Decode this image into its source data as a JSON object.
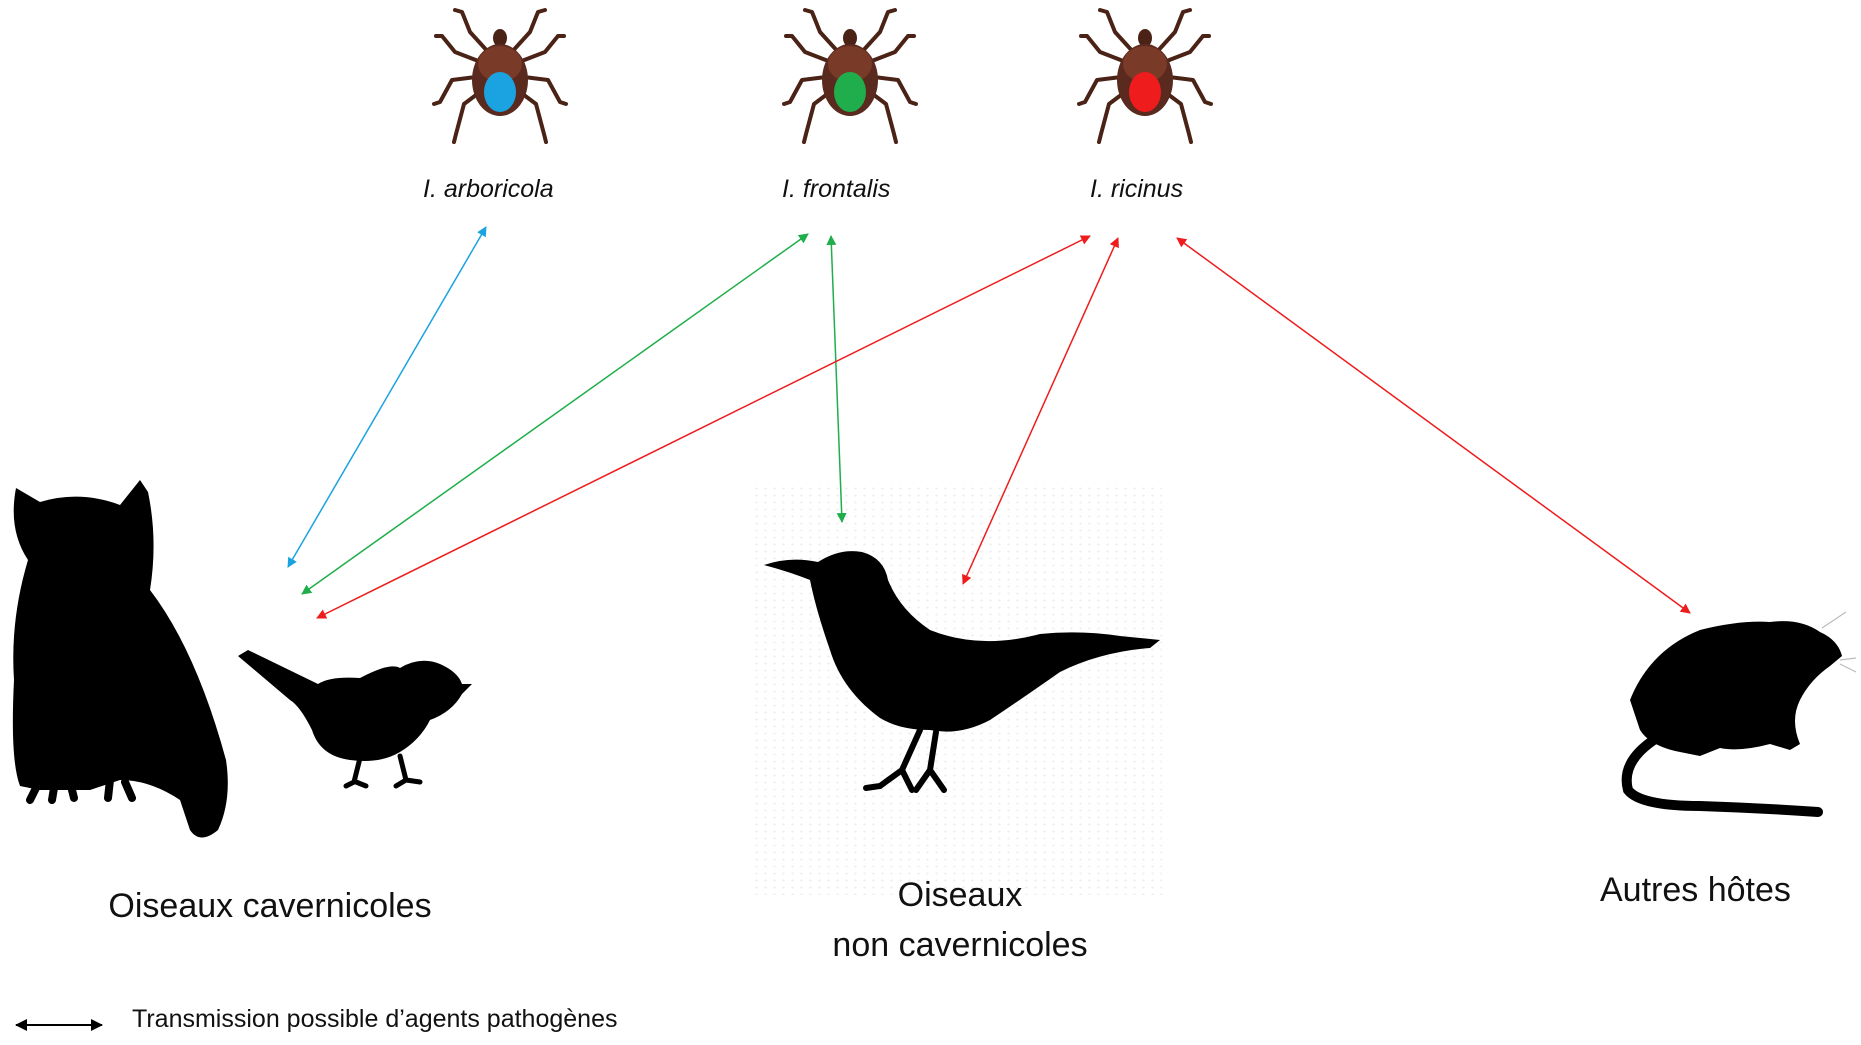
{
  "colors": {
    "arboricola": "#1aa3e0",
    "frontalis": "#1fae4b",
    "ricinus": "#ee1c1c",
    "tick_body": "#5a2a1e",
    "silhouette": "#000000"
  },
  "ticks": [
    {
      "id": "arboricola",
      "name": "I. arboricola",
      "color": "#1aa3e0"
    },
    {
      "id": "frontalis",
      "name": "I. frontalis",
      "color": "#1fae4b"
    },
    {
      "id": "ricinus",
      "name": "I. ricinus",
      "color": "#ee1c1c"
    }
  ],
  "hosts": {
    "cavity": {
      "line1": "Oiseaux cavernicoles",
      "icons": [
        "owl-silhouette-icon",
        "tit-silhouette-icon"
      ]
    },
    "noncavity": {
      "line1": "Oiseaux",
      "line2": "non cavernicoles",
      "icons": [
        "blackbird-silhouette-icon"
      ]
    },
    "other": {
      "line1": "Autres hôtes",
      "icons": [
        "rodent-silhouette-icon"
      ]
    }
  },
  "links": [
    {
      "from": "arboricola",
      "to": "cavity",
      "color": "#1aa3e0"
    },
    {
      "from": "frontalis",
      "to": "cavity",
      "color": "#1fae4b"
    },
    {
      "from": "frontalis",
      "to": "noncavity",
      "color": "#1fae4b"
    },
    {
      "from": "ricinus",
      "to": "cavity",
      "color": "#ee1c1c"
    },
    {
      "from": "ricinus",
      "to": "noncavity",
      "color": "#ee1c1c"
    },
    {
      "from": "ricinus",
      "to": "other",
      "color": "#ee1c1c"
    }
  ],
  "legend": {
    "symbol": "double-arrow-icon",
    "text": "Transmission possible d’agents pathogènes"
  }
}
